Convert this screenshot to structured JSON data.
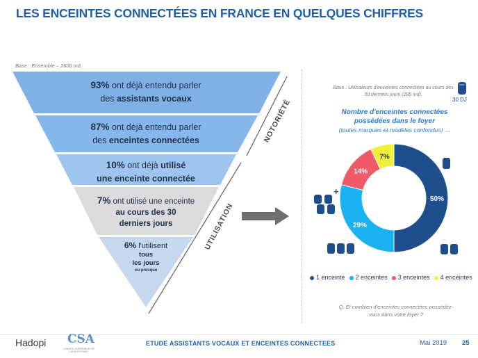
{
  "header": {
    "title": "LES ENCEINTES CONNECTÉES EN FRANCE EN QUELQUES CHIFFRES"
  },
  "funnel": {
    "base": "Base : Ensemble – 2606 ind.",
    "levels": [
      {
        "pct": "93%",
        "text1": " ont déjà entendu parler",
        "text2": "des ",
        "bold2": "assistants vocaux"
      },
      {
        "pct": "87%",
        "text1": " ont déjà entendu parler",
        "text2": "des ",
        "bold2": "enceintes connectées"
      },
      {
        "pct": "10%",
        "text1": " ont déjà ",
        "bold1": "utilisé",
        "bold2": "une enceinte connectée"
      },
      {
        "pct": "7%",
        "text1": " ont utilisé une enceinte",
        "bold2": "au cours des 30",
        "bold3": "derniers jours"
      },
      {
        "pct": "6%",
        "text1": " l'utilisent",
        "bold2": "tous",
        "bold3": "les jours",
        "small": "ou presque"
      }
    ],
    "label_notoriete": "NOTORIÉTÉ",
    "label_utilisation": "UTILISATION"
  },
  "right": {
    "base": "Base : Utilisateurs d'enceintes connectées au cours des 30 derniers jours (285 ind).",
    "speaker_caption": "30 DJ",
    "question_title": "Nombre d'enceintes connectées possédées dans le foyer",
    "question_sub": "(toutes marques et modèles confondus) …",
    "question_footer": "Q. Et combien d'enceintes connectées possédez-vous dans votre foyer ?",
    "plus_sign": "+"
  },
  "chart_data": {
    "type": "pie",
    "donut": true,
    "categories": [
      "1 enceinte",
      "2 enceintes",
      "3 enceintes",
      "4 enceintes"
    ],
    "values": [
      50,
      29,
      14,
      7
    ],
    "labels": [
      "50%",
      "29%",
      "14%",
      "7%"
    ],
    "colors": [
      "#1f4e8c",
      "#19b1f0",
      "#f05a68",
      "#eef03a"
    ],
    "legend_position": "bottom"
  },
  "footer": {
    "left_logo": "Hadopi",
    "csa_logo": "CSA",
    "csa_sub": "CONSEIL SUPÉRIEUR DE L'AUDIOVISUEL",
    "title": "ETUDE ASSISTANTS VOCAUX ET ENCEINTES CONNECTEES",
    "date": "Mai 2019",
    "page": "25"
  }
}
